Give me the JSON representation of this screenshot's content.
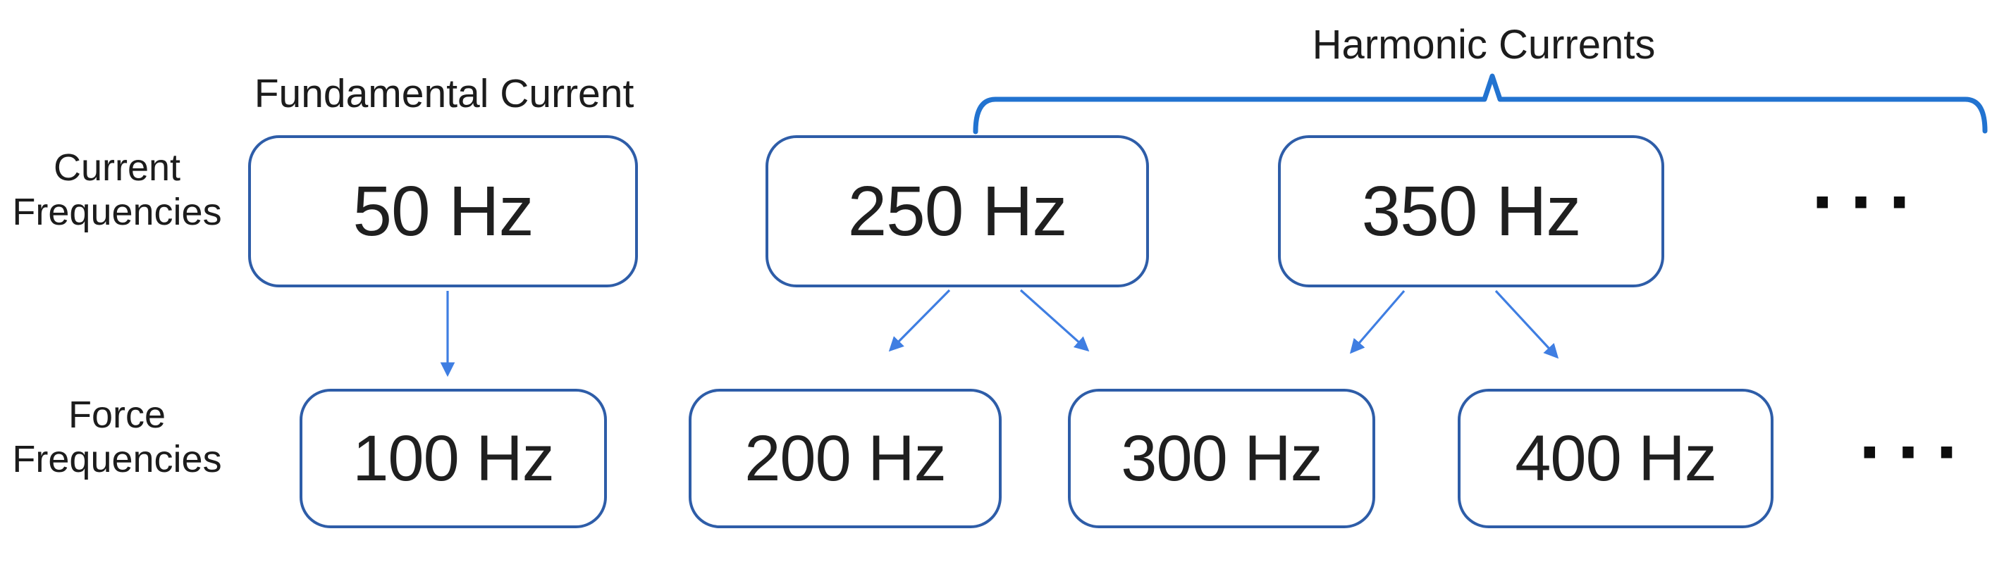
{
  "diagram": {
    "title_fundamental": "Fundamental Current",
    "title_harmonic": "Harmonic Currents",
    "row_labels": {
      "current": [
        "Current",
        "Frequencies"
      ],
      "force": [
        "Force",
        "Frequencies"
      ]
    },
    "current_frequencies": [
      {
        "label": "50 Hz"
      },
      {
        "label": "250 Hz"
      },
      {
        "label": "350 Hz"
      }
    ],
    "force_frequencies": [
      {
        "label": "100 Hz"
      },
      {
        "label": "200 Hz"
      },
      {
        "label": "300 Hz"
      },
      {
        "label": "400 Hz"
      }
    ],
    "ellipsis": "···",
    "connections": [
      {
        "from": "50 Hz",
        "to": "100 Hz"
      },
      {
        "from": "250 Hz",
        "to": "200 Hz"
      },
      {
        "from": "250 Hz",
        "to": "300 Hz"
      },
      {
        "from": "350 Hz",
        "to": "300 Hz"
      },
      {
        "from": "350 Hz",
        "to": "400 Hz"
      }
    ],
    "harmonic_brace_covers": [
      "250 Hz",
      "350 Hz",
      "···"
    ],
    "colors": {
      "box_border": "#2e5da8",
      "brace": "#2273d0",
      "arrow": "#3f7ee2",
      "text": "#1c1c1c"
    }
  }
}
